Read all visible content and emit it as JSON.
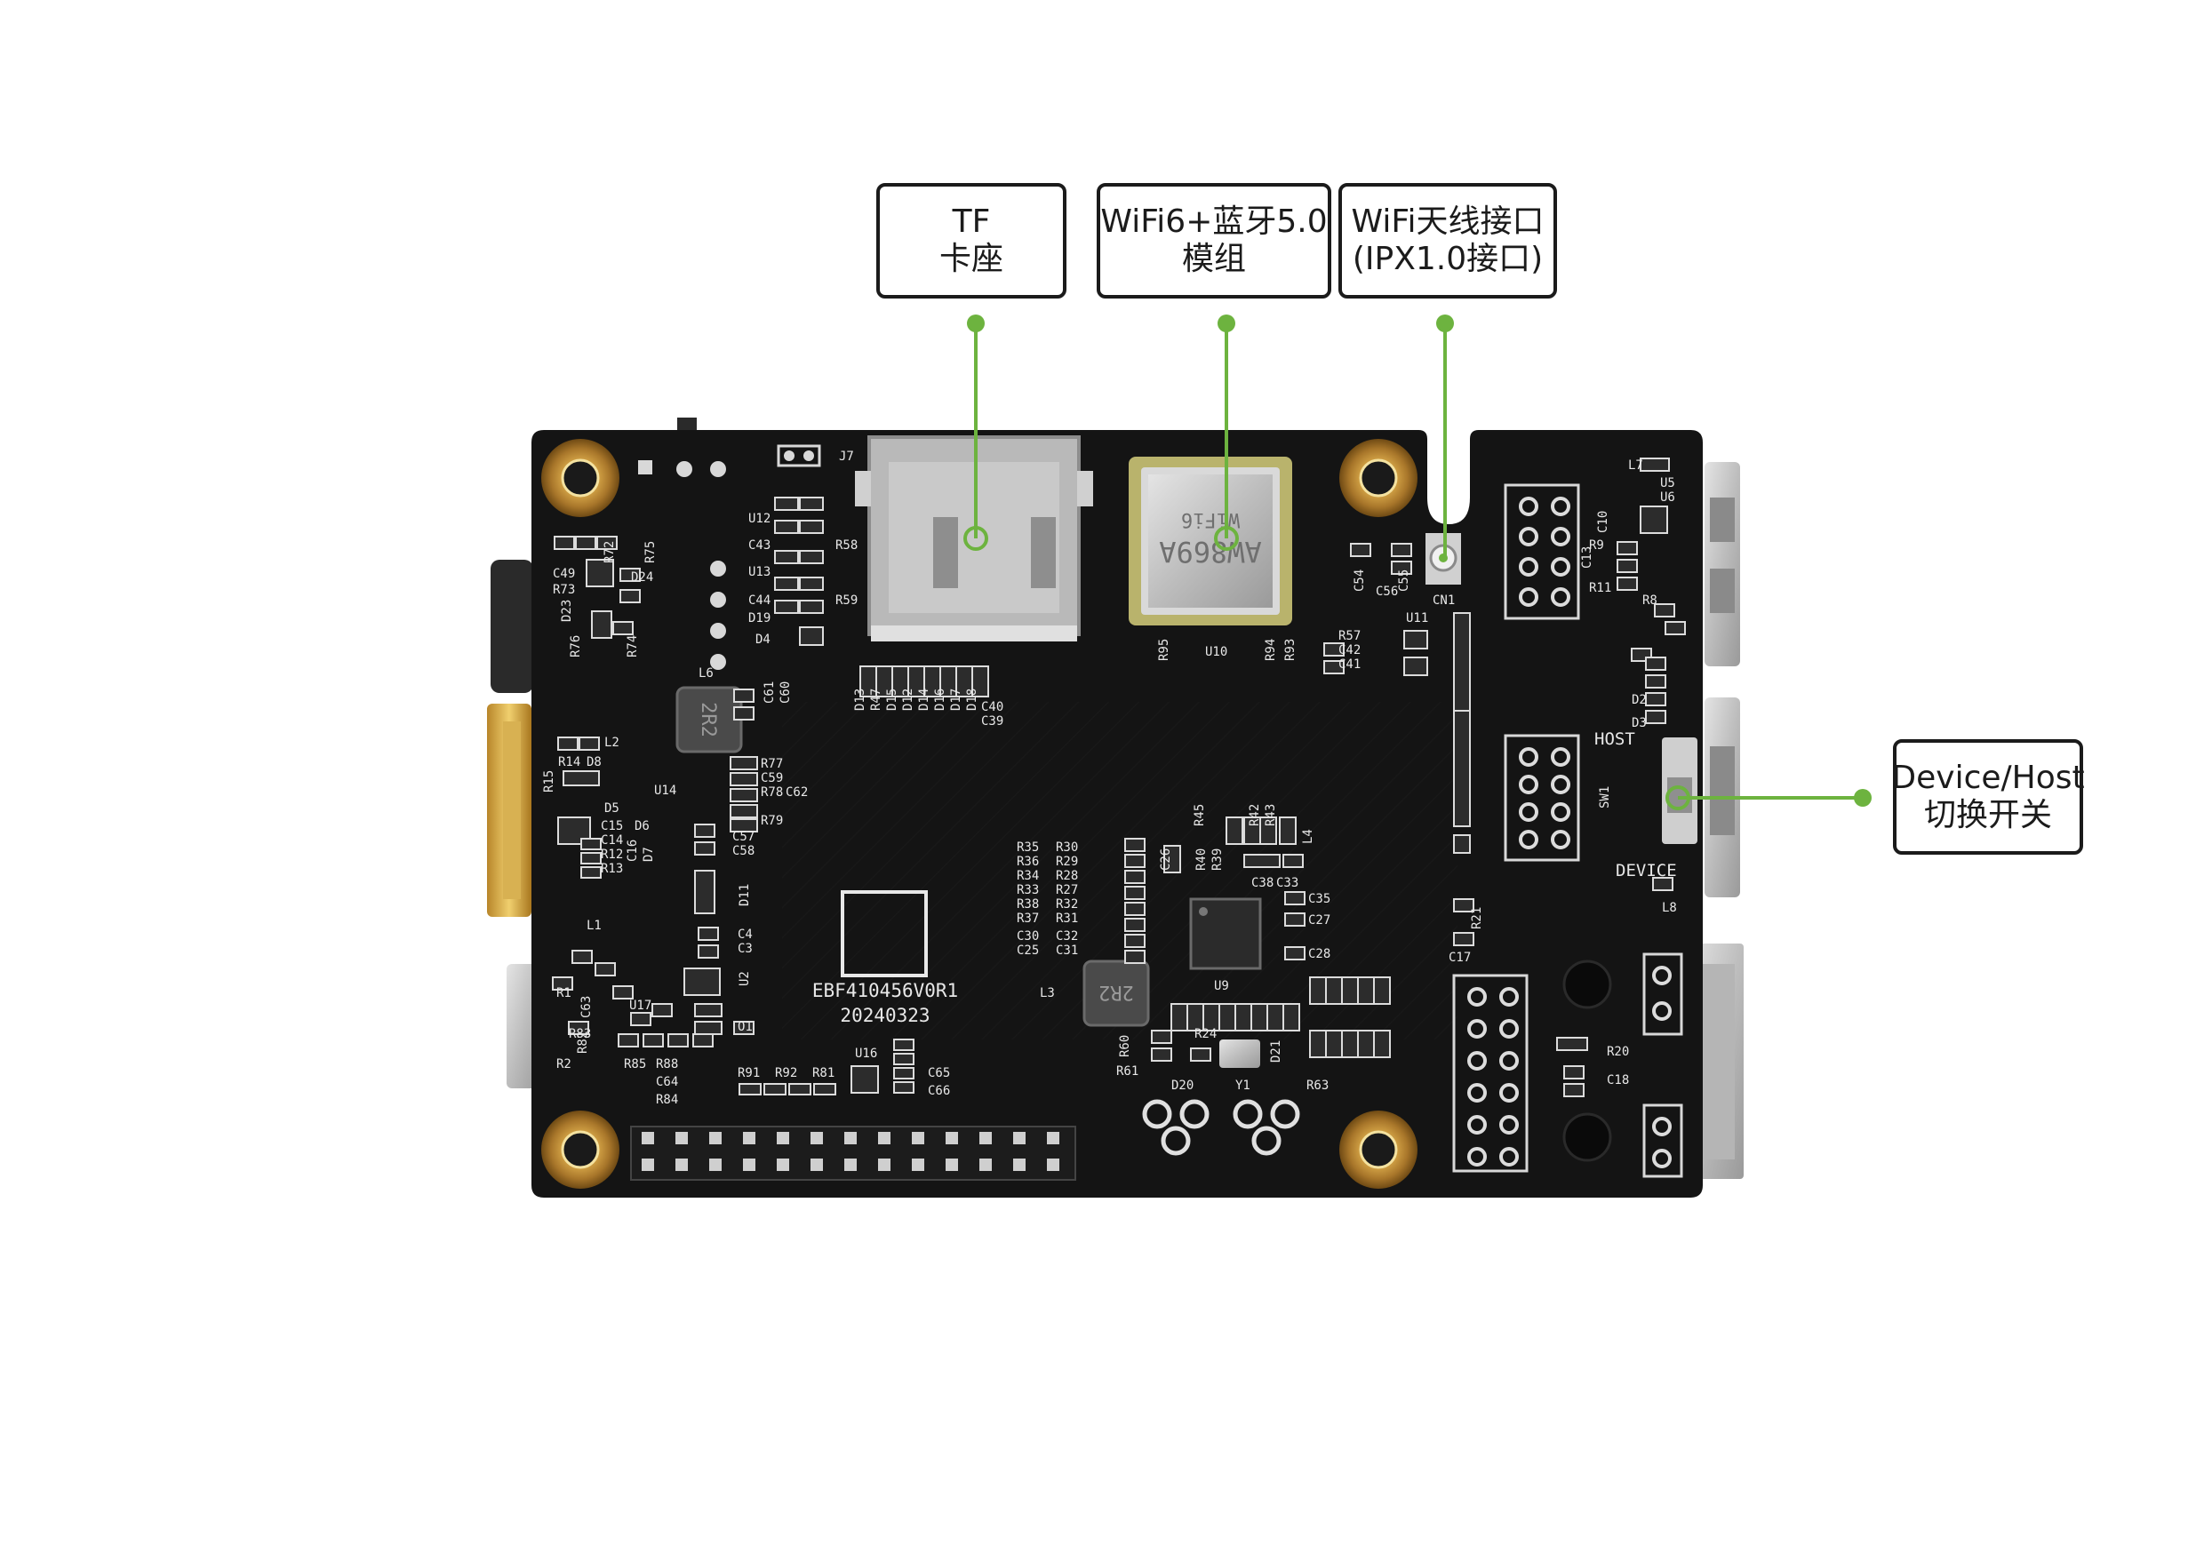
{
  "accent_color": "#6db33f",
  "board_color": "#141414",
  "silk_color": "#e8e8e8",
  "callouts": {
    "tf": {
      "line1": "TF",
      "line2": "卡座"
    },
    "wifi_module": {
      "line1": "WiFi6+蓝牙5.0",
      "line2": "模组"
    },
    "antenna": {
      "line1": "WiFi天线接口",
      "line2": "(IPX1.0接口)"
    },
    "switch": {
      "line1": "Device/Host",
      "line2": "切换开关"
    }
  },
  "board": {
    "model": "EBF410456V0R1",
    "date": "20240323",
    "module_marking": "AW869A",
    "module_sub": "WiFi6",
    "switch_host": "HOST",
    "switch_device": "DEVICE",
    "inductor": "2R2",
    "refs": {
      "j7": "J7",
      "u12": "U12",
      "u13": "U13",
      "r58": "R58",
      "r59": "R59",
      "c43": "C43",
      "c44": "C44",
      "d19": "D19",
      "d4": "D4",
      "u10": "U10",
      "r95": "R95",
      "r94": "R94",
      "r93": "R93",
      "cn1": "CN1",
      "c54": "C54",
      "c55": "C55",
      "c56": "C56",
      "u11": "U11",
      "r57": "R57",
      "c42": "C42",
      "c41": "C41",
      "l6": "L6",
      "l2": "L2",
      "d5": "D5",
      "d6": "D6",
      "u14": "U14",
      "d11": "D11",
      "u2": "U2",
      "l1": "L1",
      "r1": "R1",
      "r2": "R2",
      "r83": "R83",
      "r82": "R82",
      "u17": "U17",
      "r85": "R85",
      "r88": "R88",
      "c64": "C64",
      "r84": "R84",
      "r91": "R91",
      "r92": "R92",
      "r81": "R81",
      "u16": "U16",
      "c65": "C65",
      "c66": "C66",
      "l3": "L3",
      "u9": "U9",
      "r24": "R24",
      "r60": "R60",
      "r61": "R61",
      "d20": "D20",
      "y1": "Y1",
      "r63": "R63",
      "d21": "D21",
      "c35": "C35",
      "c27": "C27",
      "c28": "C28",
      "c38": "C38",
      "c33": "C33",
      "l4": "L4",
      "r20": "R20",
      "c18": "C18",
      "c17": "C17",
      "r21": "R21",
      "l7": "L7",
      "u5": "U5",
      "u6": "U6",
      "sw1": "SW1",
      "l8": "L8",
      "d2": "D2",
      "d3": "D3",
      "r8": "R8",
      "r9": "R9",
      "r11": "R11",
      "c10": "C10",
      "c13": "C13",
      "o1": "O1",
      "r15": "R15",
      "r14": "R14",
      "d8": "D8",
      "c15": "C15",
      "c14": "C14",
      "r12": "R12",
      "r13": "R13",
      "c16": "C16",
      "d7": "D7",
      "c3": "C3",
      "c4": "C4",
      "c49": "C49",
      "r73": "R73",
      "r72": "R72",
      "r75": "R75",
      "d24": "D24",
      "d23": "D23",
      "r76": "R76",
      "r74": "R74",
      "r77": "R77",
      "c59": "C59",
      "r78": "R78",
      "c62": "C62",
      "r79": "R79",
      "c57": "C57",
      "c58": "C58",
      "r35": "R35",
      "r36": "R36",
      "r34": "R34",
      "r33": "R33",
      "r38": "R38",
      "r37": "R37",
      "c30": "C30",
      "c25": "C25",
      "r30": "R30",
      "r29": "R29",
      "r28": "R28",
      "r27": "R27",
      "r32": "R32",
      "r31": "R31",
      "c32": "C32",
      "c31": "C31",
      "c26": "C26",
      "r40": "R40",
      "r45": "R45",
      "r39": "R39",
      "r42": "R42",
      "r43": "R43",
      "d13": "D13",
      "r47": "R47",
      "d15": "D15",
      "d12": "D12",
      "d14": "D14",
      "d16": "D16",
      "d17": "D17",
      "d18": "D18",
      "c40": "C40",
      "c39": "C39",
      "c60": "C60",
      "c61": "C61",
      "c63": "C63"
    }
  }
}
